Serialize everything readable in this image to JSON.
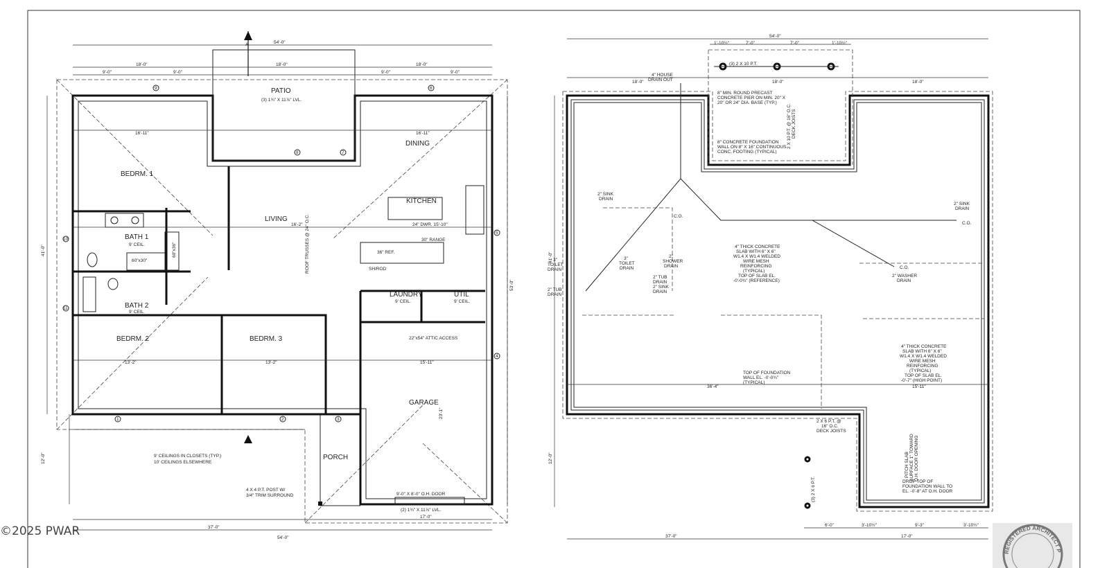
{
  "watermark": "©2025 PWAR",
  "floor_plan": {
    "rooms": {
      "patio": "PATIO",
      "bedroom1": "BEDRM. 1",
      "living": "LIVING",
      "dining": "DINING",
      "kitchen": "KITCHEN",
      "bath1": "BATH 1",
      "bath1_ceil": "9' CEIL.",
      "bath2": "BATH 2",
      "bath2_ceil": "9' CEIL.",
      "bedroom2": "BEDRM. 2",
      "bedroom3": "BEDRM. 3",
      "laundry": "LAUNDRY",
      "laundry_ceil": "9' CEIL.",
      "util": "UTIL",
      "util_ceil": "9' CEIL.",
      "garage": "GARAGE",
      "porch": "PORCH"
    },
    "dims": {
      "overall_top": "54'-0\"",
      "top_left": "18'-0\"",
      "top_mid": "18'-0\"",
      "top_right": "18'-0\"",
      "nine1": "9'-0\"",
      "nine2": "9'-0\"",
      "nine3": "9'-0\"",
      "nine4": "9'-0\"",
      "left_side": "41'-0\"",
      "left_lower": "12'-0\"",
      "right_side": "53'-0\"",
      "bottom_left": "37'-0\"",
      "bottom_right": "17'-0\"",
      "bottom_overall": "54'-0\"",
      "bed1_width": "16'-11\"",
      "dining_width": "16'-11\"",
      "living_width": "16'-2\"",
      "bed2_width": "13'-2\"",
      "bed3_width": "13'-2\"",
      "garage_width": "15'-11\"",
      "garage_depth": "23'-1\""
    },
    "fixtures": {
      "beam": "(3) 1¾\" X 11⅞\" LVL.",
      "ref": "36\" REF.",
      "range": "30\" RANGE",
      "dw": "24\" DWR. 15'-10\"",
      "tub": "60\"x30\"",
      "shower": "60\"x36\"",
      "shrod": "SH/ROD",
      "attic": "22\"x54\" ATTIC ACCESS",
      "trusses": "ROOF TRUSSES @ 24\" O.C.",
      "ohdoor": "9'-0\" X 8'-0\" O.H. DOOR",
      "header": "(2) 1¾\" X 11⅞\" LVL."
    },
    "notes": {
      "ceil1": "9' CEILINGS IN CLOSETS (TYP.)",
      "ceil2": "10' CEILINGS ELSEWHERE",
      "post1": "4 X 4 P.T. POST W/",
      "post2": "3/4\" TRIM SURROUND"
    },
    "markers": [
      "1",
      "2",
      "3",
      "4",
      "5",
      "6",
      "7",
      "8",
      "9",
      "10",
      "11"
    ],
    "section_mark": "A"
  },
  "foundation_plan": {
    "dims": {
      "overall_top": "54'-0\"",
      "top_left": "18'-0\"",
      "top_mid": "18'-0\"",
      "top_right": "18'-0\"",
      "pier1": "1'-10½\"",
      "pier2": "7'-0\"",
      "pier3": "7'-0\"",
      "pier4": "1'-10½\"",
      "left_side": "41'-0\"",
      "left_lower": "12'-0\"",
      "main_width": "36'-4\"",
      "garage_width": "15'-11\"",
      "bottom_left": "37'-0\"",
      "bottom_right": "17'-0\"",
      "b1": "6'-0\"",
      "b2": "3'-10½\"",
      "b3": "9'-3\"",
      "b4": "3'-10½\""
    },
    "notes": {
      "house_drain": [
        "4\" HOUSE",
        "DRAIN OUT"
      ],
      "pier": [
        "8\" MIN. ROUND PRECAST",
        "CONCRETE PIER ON MIN. 20\" X",
        "20\" OR 24\" DIA. BASE (TYP.)"
      ],
      "beam": "(3) 2 X 10 P.T.",
      "joists": [
        "2 X 10 P.T. @ 16\" O.C.",
        "DECK JOISTS"
      ],
      "wall": [
        "8\" CONCRETE FOUNDATION",
        "WALL ON 8\" X 16\" CONTINUOUS",
        "CONC. FOOTING (TYPICAL)"
      ],
      "slab": [
        "4\" THICK CONCRETE",
        "SLAB WITH 6\" X 6\"",
        "W1.4 X W1.4 WELDED",
        "WIRE MESH",
        "REINFORCING",
        "(TYPICAL)",
        "TOP OF SLAB EL.",
        "-0'-0¾\" (REFERENCE)"
      ],
      "garage_slab": [
        "4\" THICK CONCRETE",
        "SLAB WITH 6\" X 6\"",
        "W1.4 X W1.4 WELDED",
        "WIRE MESH",
        "REINFORCING",
        "(TYPICAL)",
        "TOP OF SLAB EL.",
        "-0'-7\" (HIGH POINT)"
      ],
      "top_wall": [
        "TOP OF FOUNDATION",
        "WALL EL. -0'-0¾\"",
        "(TYPICAL)"
      ],
      "pitch": [
        "PITCH SLAB",
        "SURFACE 1\" TOWARD",
        "O.H. DOOR OPENING"
      ],
      "drop": [
        "DROP TOP OF",
        "FOUNDATION WALL TO",
        "EL. -0'-8\" AT O.H. DOOR"
      ],
      "deck": [
        "2 X 6 P.T. @",
        "16\" O.C.",
        "DECK JOISTS"
      ],
      "porch_beam": "(3) 2 X 6 P.T.",
      "sink1": [
        "2\" SINK",
        "DRAIN"
      ],
      "sink2": [
        "2\" SINK",
        "DRAIN"
      ],
      "toilet1": [
        "3\"",
        "TOILET",
        "DRAIN"
      ],
      "toilet2": [
        "3\"",
        "TOILET",
        "DRAIN"
      ],
      "shower": [
        "2\"",
        "SHOWER",
        "DRAIN"
      ],
      "tub1": [
        "2\" TUB",
        "DRAIN"
      ],
      "tub2": [
        "2\" TUB",
        "DRAIN"
      ],
      "sink3": [
        "2\" SINK",
        "DRAIN"
      ],
      "washer": [
        "2\" WASHER",
        "DRAIN"
      ],
      "co": "C.O."
    }
  },
  "seal": {
    "text": "REGISTERED ARCHITECT PENNSYLVANIA"
  }
}
